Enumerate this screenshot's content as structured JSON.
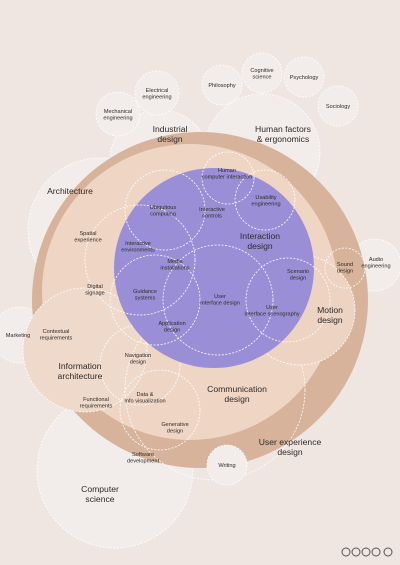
{
  "labels": {
    "ux_design": "User experience design",
    "interaction_design": "Interaction design",
    "industrial_design": "Industrial design",
    "human_factors": "Human factors & ergonomics",
    "architecture": "Architecture",
    "computer_science": "Computer science",
    "information_architecture": "Information architecture",
    "communication_design": "Communication design",
    "motion_design": "Motion design",
    "philosophy": "Philosophy",
    "cognitive_science": "Cognitive science",
    "psychology": "Psychology",
    "sociology": "Sociology",
    "electrical_engineering": "Electrical engineering",
    "mechanical_engineering": "Mechanical engineering",
    "audio_engineering": "Audio engineering",
    "sound_design": "Sound design",
    "marketing": "Marketing",
    "hci": "Human computer interaction",
    "ubiquitous_computing": "Ubiquitous computing",
    "interactive_controls": "Interactive controls",
    "usability_engineering": "Usability engineering",
    "interactive_environments": "Interactive environments",
    "media_installations": "Media installations",
    "spatial_experience": "Spatial experience",
    "digital_signage": "Digital signage",
    "guidance_systems": "Guidance systems",
    "ui_design": "User Interface design",
    "scenario_design": "Scenario design",
    "ui_scenography": "User Interface scenography",
    "application_design": "Application design",
    "contextual_requirements": "Contextual requirements",
    "navigation_design": "Navigation design",
    "functional_requirements": "Functional requirements",
    "data_info_visualization": "Data & Info visualization",
    "generative_design": "Generative design",
    "software_development": "Software development",
    "writing": "Writing"
  },
  "colors": {
    "background": "#efe6e2",
    "ux_ring": "#d6b39a",
    "inner_disc": "#efd5c4",
    "interaction": "#9a8fd6",
    "outer_circles": "#f1ebe8"
  },
  "license_icons": [
    "cc-icon",
    "attribution-icon",
    "noncommercial-icon",
    "sharealike-icon",
    "info-icon"
  ]
}
